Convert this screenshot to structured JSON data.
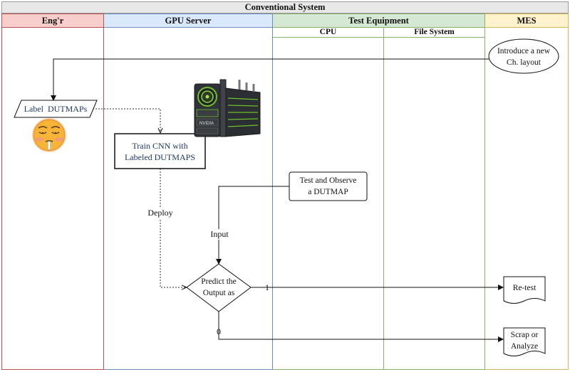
{
  "title": "Conventional System",
  "lanes": {
    "engr": "Eng'r",
    "gpu": "GPU Server",
    "test": "Test Equipment",
    "mes": "MES"
  },
  "sublanes": {
    "cpu": "CPU",
    "fs": "File System"
  },
  "nodes": {
    "label_dutmaps": "Label  DUTMAPs",
    "train_line1": "Train CNN with",
    "train_line2": "Labeled DUTMAPS",
    "introduce_line1": "Introduce a new",
    "introduce_line2": "Ch. layout",
    "test_line1": "Test and Observe",
    "test_line2": "a DUTMAP",
    "predict_line1": "Predict the",
    "predict_line2": "Output as",
    "retest": "Re-test",
    "scrap_line1": "Scrap or",
    "scrap_line2": "Analyze"
  },
  "edge_labels": {
    "deploy": "Deploy",
    "input": "Input",
    "one": "1",
    "zero": "0"
  },
  "gpu_brand": "NVIDIA",
  "colors": {
    "engr_head": "#f8cecc",
    "engr_border": "#b85450",
    "gpu_head": "#dae8fc",
    "gpu_border": "#6c8ebf",
    "test_head": "#d5e8d4",
    "test_border": "#82b366",
    "mes_head": "#fff2cc",
    "mes_border": "#d6b656"
  }
}
